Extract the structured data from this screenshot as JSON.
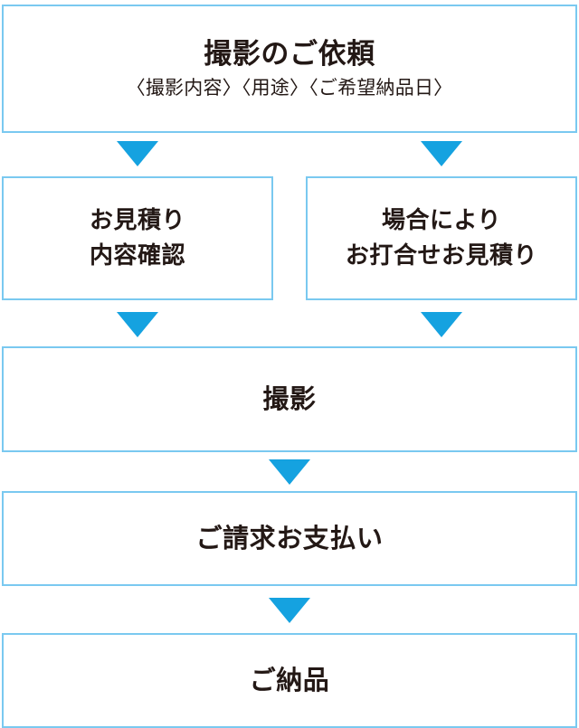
{
  "diagram": {
    "type": "flowchart",
    "orientation": "vertical",
    "colors": {
      "box_border": "#7ac9f0",
      "arrow": "#15a2e0",
      "text": "#231815",
      "background": "#ffffff"
    },
    "steps": [
      {
        "id": "request",
        "order": 1,
        "title": "撮影のご依頼",
        "subtitle": "〈撮影内容〉〈用途〉〈ご希望納品日〉"
      },
      {
        "id": "estimate",
        "order": 2,
        "title": "お見積り\n内容確認"
      },
      {
        "id": "meeting",
        "order": 2,
        "title": "場合により\nお打合せお見積り"
      },
      {
        "id": "shooting",
        "order": 3,
        "title": "撮影"
      },
      {
        "id": "payment",
        "order": 4,
        "title": "ご請求お支払い"
      },
      {
        "id": "delivery",
        "order": 5,
        "title": "ご納品"
      }
    ],
    "connectors": [
      {
        "id": "request-estimate",
        "from": "request",
        "to": "estimate",
        "glyph": "down-triangle"
      },
      {
        "id": "request-meeting",
        "from": "request",
        "to": "meeting",
        "glyph": "down-triangle"
      },
      {
        "id": "estimate-shooting",
        "from": "estimate",
        "to": "shooting",
        "glyph": "down-triangle"
      },
      {
        "id": "meeting-shooting",
        "from": "meeting",
        "to": "shooting",
        "glyph": "down-triangle"
      },
      {
        "id": "shooting-payment",
        "from": "shooting",
        "to": "payment",
        "glyph": "down-triangle"
      },
      {
        "id": "payment-delivery",
        "from": "payment",
        "to": "delivery",
        "glyph": "down-triangle"
      }
    ]
  }
}
